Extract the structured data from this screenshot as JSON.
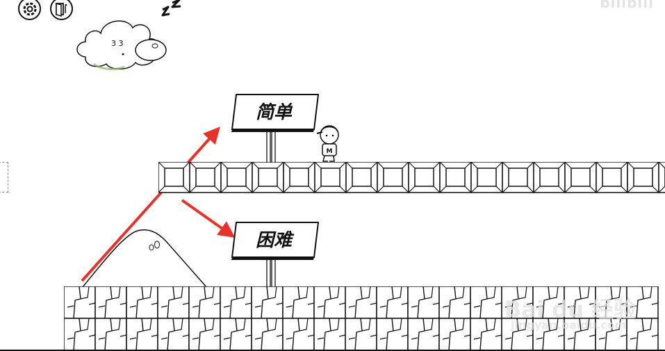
{
  "hud": {
    "settings_icon": "gear-icon",
    "exit_icon": "exit-door-icon",
    "sleep_marks": "zz"
  },
  "cloud": {
    "face": "3 3"
  },
  "signs": {
    "easy": {
      "label": "简单"
    },
    "hard": {
      "label": "困难"
    }
  },
  "arrows": {
    "color": "#e8312a"
  },
  "watermarks": {
    "bilibili": "bilibili",
    "baidu": "Bai du 经验",
    "baidu_sub": "jingyan.baidu.com"
  }
}
